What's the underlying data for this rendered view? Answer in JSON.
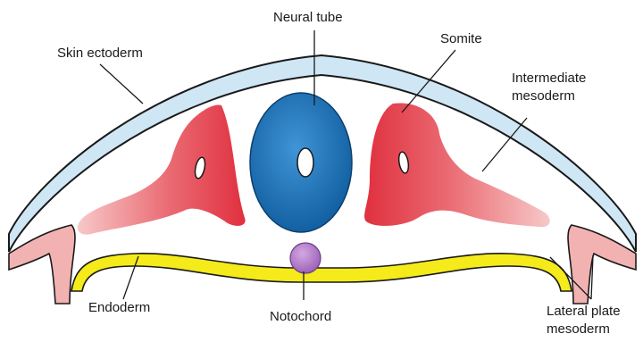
{
  "labels": {
    "neural_tube": "Neural tube",
    "skin_ectoderm": "Skin ectoderm",
    "somite": "Somite",
    "intermediate_mesoderm_1": "Intermediate",
    "intermediate_mesoderm_2": "mesoderm",
    "endoderm": "Endoderm",
    "notochord": "Notochord",
    "lateral_plate_mesoderm_1": "Lateral plate",
    "lateral_plate_mesoderm_2": "mesoderm"
  },
  "colors": {
    "skin_ectoderm_fill": "#cfe6f5",
    "somite_red": "#e23a4a",
    "neural_tube_blue": "#1a6fb5",
    "notochord_purple": "#b07cc6",
    "endoderm_yellow": "#f5ea1a",
    "lateral_plate_pink": "#f3b2b2"
  }
}
